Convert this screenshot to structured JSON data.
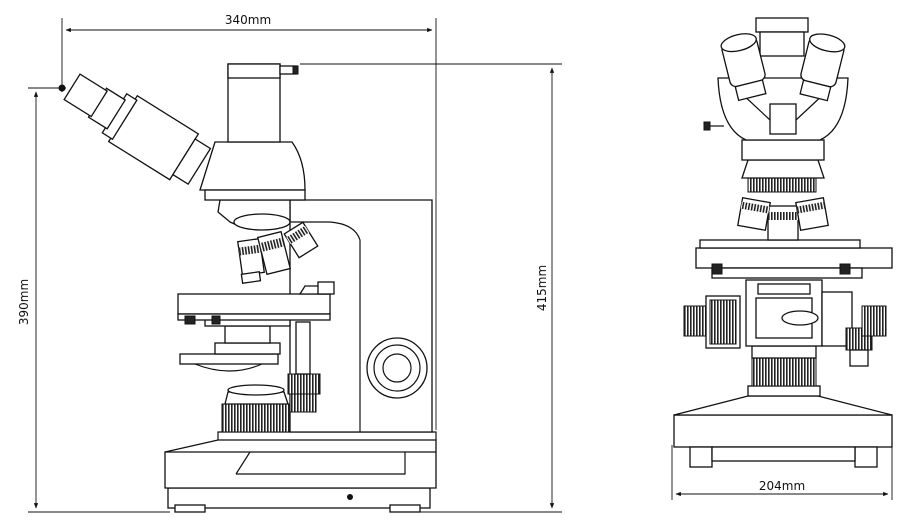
{
  "dimensions": {
    "side_width": "340mm",
    "side_height_left": "390mm",
    "side_height_right": "415mm",
    "front_width": "204mm"
  }
}
